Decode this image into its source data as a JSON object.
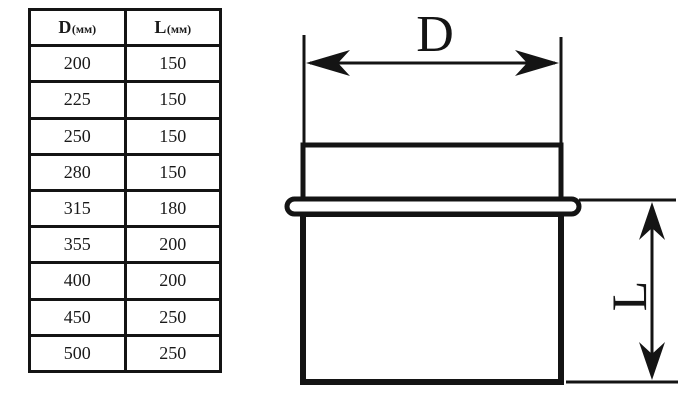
{
  "page": {
    "background": "#ffffff",
    "ink": "#141414"
  },
  "table": {
    "headers": [
      {
        "main": "D",
        "unit": "(мм)"
      },
      {
        "main": "L",
        "unit": "(мм)"
      }
    ],
    "rows": [
      {
        "d": "200",
        "l": "150"
      },
      {
        "d": "225",
        "l": "150"
      },
      {
        "d": "250",
        "l": "150"
      },
      {
        "d": "280",
        "l": "150"
      },
      {
        "d": "315",
        "l": "180"
      },
      {
        "d": "355",
        "l": "200"
      },
      {
        "d": "400",
        "l": "200"
      },
      {
        "d": "450",
        "l": "250"
      },
      {
        "d": "500",
        "l": "250"
      }
    ]
  },
  "diagram": {
    "d_label": "D",
    "l_label": "L"
  }
}
